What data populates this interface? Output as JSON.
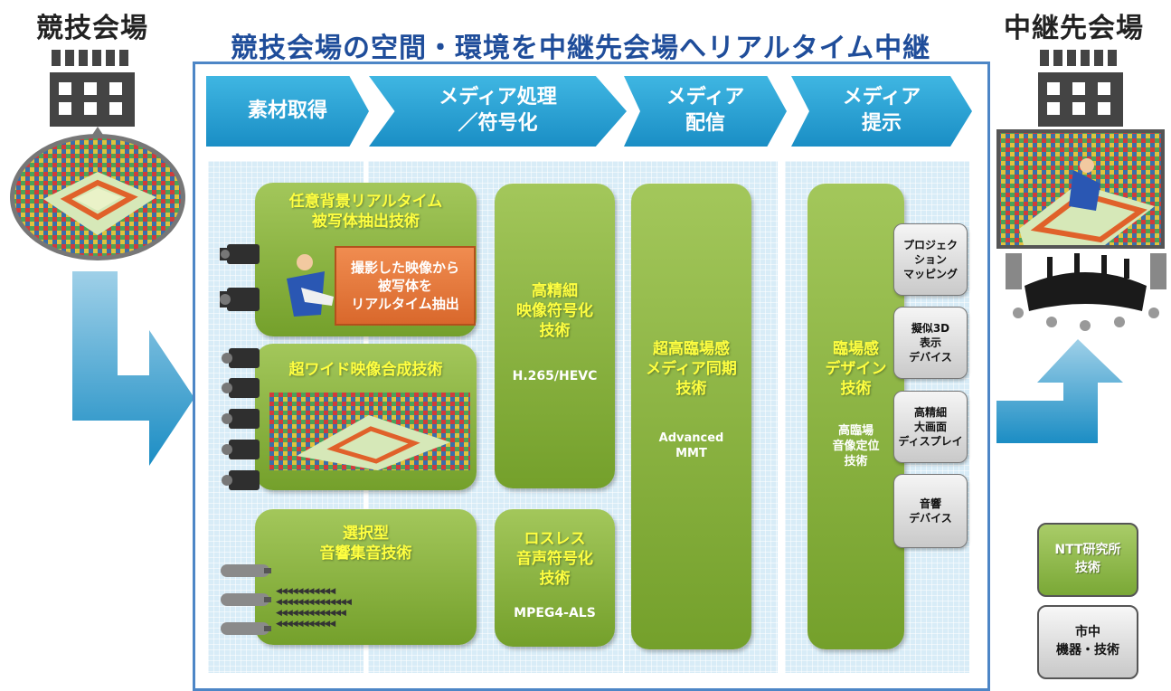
{
  "header": {
    "left_venue": "競技会場",
    "title": "競技会場の空間・環境を中継先会場へリアルタイム中継",
    "right_venue": "中継先会場"
  },
  "stages": [
    {
      "line1": "素材取得",
      "line2": ""
    },
    {
      "line1": "メディア処理",
      "line2": "／符号化"
    },
    {
      "line1": "メディア",
      "line2": "配信"
    },
    {
      "line1": "メディア",
      "line2": "提示"
    }
  ],
  "capture": {
    "extraction_title1": "任意背景リアルタイム",
    "extraction_title2": "被写体抽出技術",
    "extraction_callout": [
      "撮影した映像から",
      "被写体を",
      "リアルタイム抽出"
    ],
    "wide_title": "超ワイド映像合成技術",
    "audio_title1": "選択型",
    "audio_title2": "音響集音技術"
  },
  "processing": {
    "video_title": [
      "高精細",
      "映像符号化",
      "技術"
    ],
    "video_std": "H.265/HEVC",
    "audio_title": [
      "ロスレス",
      "音声符号化",
      "技術"
    ],
    "audio_std": "MPEG4-ALS"
  },
  "delivery": {
    "title": [
      "超高臨場感",
      "メディア同期",
      "技術"
    ],
    "std": [
      "Advanced",
      "MMT"
    ]
  },
  "presentation": {
    "title": [
      "臨場感",
      "デザイン",
      "技術"
    ],
    "sub": [
      "高臨場",
      "音像定位",
      "技術"
    ],
    "devices": [
      [
        "プロジェク",
        "ション",
        "マッピング"
      ],
      [
        "擬似3D",
        "表示",
        "デバイス"
      ],
      [
        "高精細",
        "大画面",
        "ディスプレイ"
      ],
      [
        "音響",
        "デバイス"
      ]
    ]
  },
  "legend": {
    "ntt": [
      "NTT研究所",
      "技術"
    ],
    "market": [
      "市中",
      "機器・技術"
    ]
  },
  "colors": {
    "chevron": "#1a8ec5",
    "green_box": "#8fb847",
    "frame": "#4d86c6",
    "title": "#1f4d9a",
    "band": "#d8ecf7"
  }
}
